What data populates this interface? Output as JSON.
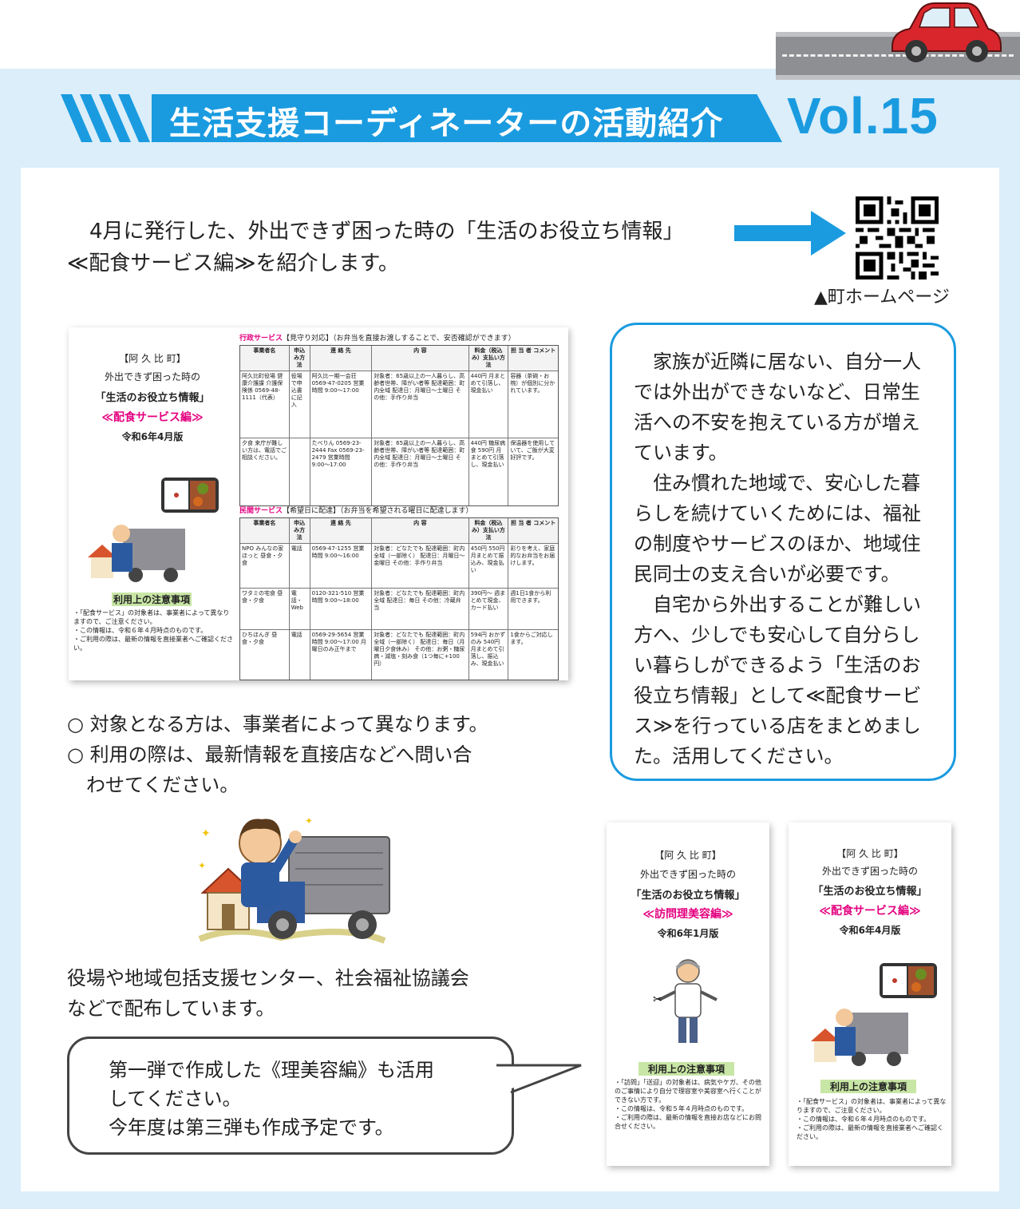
{
  "header": {
    "title": "生活支援コーディネーターの活動紹介",
    "volume": "Vol.15"
  },
  "intro": {
    "line1": "4月に発行した、外出できず困った時の「生活のお役立ち情報」",
    "line2": "≪配食サービス編≫を紹介します。"
  },
  "qr": {
    "caption": "▲町ホームページ"
  },
  "brochure": {
    "town": "【阿 久 比 町】",
    "subtitle": "外出できず困った時の",
    "title": "「生活のお役立ち情報」",
    "edition": "≪配食サービス編≫",
    "date": "令和6年4月版",
    "notes_heading": "利用上の注意事項",
    "notes": [
      "・「配食サービス」の対象者は、事業者によって異なりますので、ご注意ください。",
      "・この情報は、令和６年４月時点のものです。",
      "・ご利用の際は、最新の情報を直接業者へご確認ください。"
    ],
    "table1_title_label": "行政サービス",
    "table1_title_rest": "【見守り対応】（お弁当を直接お渡しすることで、安否確認ができます）",
    "table2_title_label": "民間サービス",
    "table2_title_rest": "【希望日に配達】（お弁当を希望される曜日に配達します）",
    "headers": [
      "事業者名",
      "申込み方法",
      "連 絡 先",
      "内 容",
      "料金（税込み）支払い方法",
      "担 当 者 コメント"
    ],
    "table1_rows": [
      [
        "阿久比町役場 健康介護課 介護保険係 0569-48-1111（代表）",
        "役場で申込書に記入",
        "阿久比一期一会荘 0569-47-0205 営業時間 9:00〜17:00",
        "対象者：65歳以上の一人暮らし、高齢者世帯、障がい者等 配達範囲：町内全域 配達日：月曜日〜土曜日 その他：手作り弁当",
        "440円 月まとめて引落し、現金払い",
        "容器（茶碗・お椀）が個別に分かれています。"
      ],
      [
        "夕食 来庁が難しい方は、電話でご相談ください。",
        "",
        "たべりん 0569-23-2444 Fax 0569-23-2479 営業時間 9:00〜17:00",
        "対象者：65歳以上の一人暮らし、高齢者世帯、障がい者等 配達範囲：町内全域 配達日：月曜日〜土曜日 その他：手作り弁当",
        "440円 糖尿病食 590円 月まとめて引落し、現金払い",
        "保温器を使用していて、ご飯が大変好評です。"
      ]
    ],
    "table2_rows": [
      [
        "NPO みんなの家 ほっと 昼食・夕食",
        "電話",
        "0569-47-1255 営業時間 9:00〜16:00",
        "対象者：どなたでも 配達範囲：町内全域（一部除く） 配達日：月曜日〜金曜日 その他：手作り弁当",
        "450円 550円 月まとめて振込み、現金払い",
        "彩りを考え、家庭的なお弁当をお届けします。"
      ],
      [
        "ワタミの宅食 昼食・夕食",
        "電話・Web",
        "0120-321-510 営業時間 9:00〜18:00",
        "対象者：どなたでも 配達範囲：町内全域 配達日：毎日 その他：冷蔵弁当",
        "390円〜 週まとめて現金、カード払い",
        "週1日1食から利用できます。"
      ],
      [
        "ひちほんぎ 昼食・夕食",
        "電話",
        "0569-29-5654 営業時間 9:00〜17:00 月曜日のみ正午まで",
        "対象者：どなたでも 配達範囲：町内全域（一部除く） 配達日：毎日（月曜日夕食休み） その他：お粥・糖尿病・減塩・刻み食（1つ毎に+100円）",
        "594円 おかずのみ 540円 月まとめて引落し、振込み、現金払い",
        "1食からご対応します。"
      ]
    ]
  },
  "bullets": [
    "○ 対象となる方は、事業者によって異なります。",
    "○ 利用の際は、最新情報を直接店などへ問い合",
    "わせてください。"
  ],
  "right_box": {
    "paragraphs": [
      "家族が近隣に居ない、自分一人では外出ができないなど、日常生活への不安を抱えている方が増えています。",
      "住み慣れた地域で、安心した暮らしを続けていくためには、福祉の制度やサービスのほか、地域住民同士の支え合いが必要です。",
      "自宅から外出することが難しい方へ、少しでも安心して自分らしい暮らしができるよう「生活のお役立ち情報」として≪配食サービス≫を行っている店をまとめました。活用してください。"
    ]
  },
  "distribute": {
    "line1": "役場や地域包括支援センター、社会福祉協議会",
    "line2": "などで配布しています。"
  },
  "speech": {
    "line1": "第一弾で作成した《理美容編》も活用",
    "line2": "してください。",
    "line3": "今年度は第三弾も作成予定です。"
  },
  "card1": {
    "town": "【阿 久 比 町】",
    "subtitle": "外出できず困った時の",
    "title": "「生活のお役立ち情報」",
    "edition": "≪訪問理美容編≫",
    "date": "令和6年1月版",
    "notes_heading": "利用上の注意事項",
    "notes": [
      "・「訪問」「送迎」の対象者は、病気やケガ、その他のご事情により自分で理容室や美容室へ行くことができない方です。",
      "・この情報は、令和５年４月時点のものです。",
      "・ご利用の際は、最新の情報を直接お店などにお問合せください。"
    ]
  },
  "card2": {
    "town": "【阿 久 比 町】",
    "subtitle": "外出できず困った時の",
    "title": "「生活のお役立ち情報」",
    "edition": "≪配食サービス編≫",
    "date": "令和6年4月版",
    "notes_heading": "利用上の注意事項",
    "notes": [
      "・「配食サービス」の対象者は、事業者によって異なりますので、ご注意ください。",
      "・この情報は、令和６年４月時点のものです。",
      "・ご利用の際は、最新の情報を直接業者へご確認ください。"
    ]
  },
  "colors": {
    "accent": "#1a9be0",
    "highlight": "#e4007f",
    "background": "#dbeefa"
  }
}
